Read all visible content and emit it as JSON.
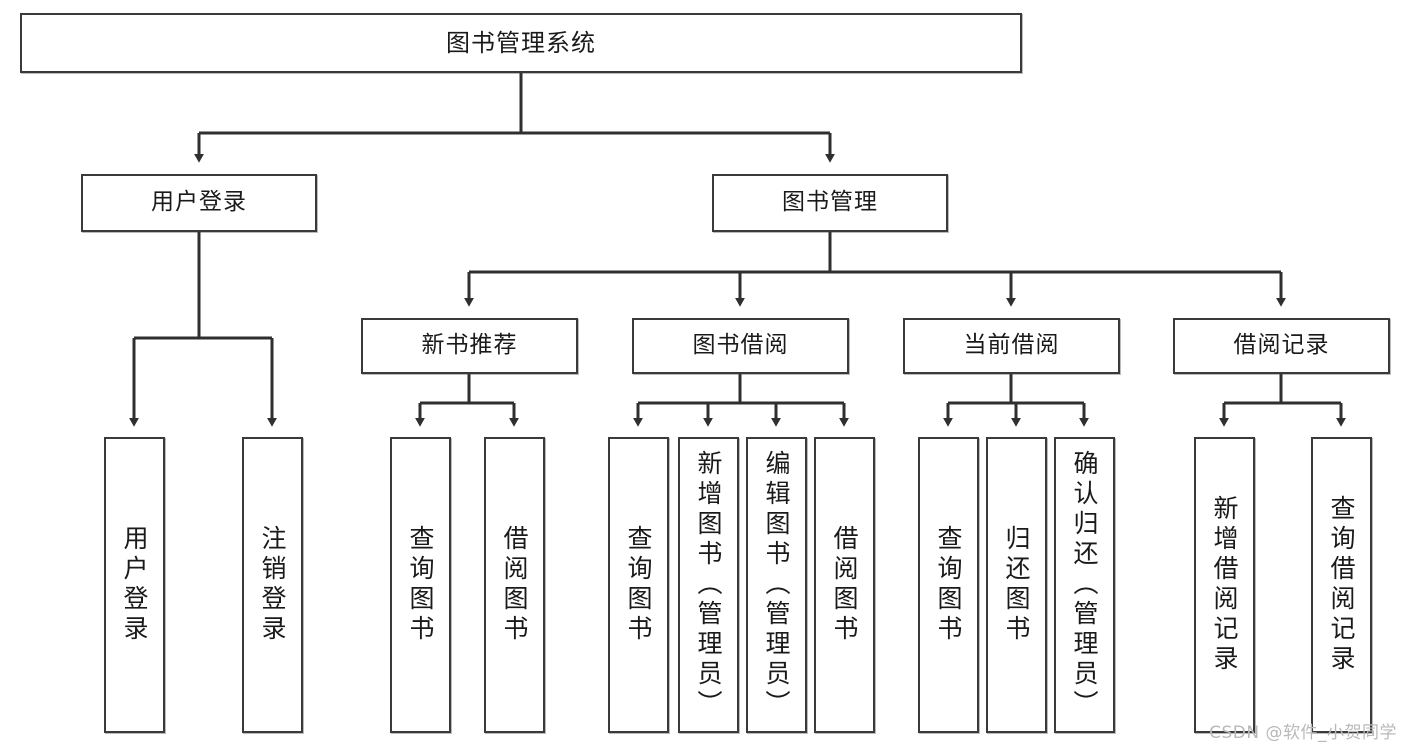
{
  "diagram": {
    "type": "tree-hierarchy-flowchart",
    "title": "图书管理系统",
    "nodes": {
      "root": {
        "label": "图书管理系统"
      },
      "level2": [
        {
          "id": "user-login",
          "label": "用户登录"
        },
        {
          "id": "book-management",
          "label": "图书管理"
        }
      ],
      "level3": [
        {
          "id": "new-book-recommend",
          "label": "新书推荐"
        },
        {
          "id": "book-borrow",
          "label": "图书借阅"
        },
        {
          "id": "current-borrow",
          "label": "当前借阅"
        },
        {
          "id": "borrow-record",
          "label": "借阅记录"
        }
      ],
      "leaves": {
        "user_login": [
          {
            "id": "leaf-user-login",
            "label": "用户登录"
          },
          {
            "id": "leaf-logout-login",
            "label": "注销登录"
          }
        ],
        "new_book_recommend": [
          {
            "id": "leaf-query-book-1",
            "label": "查询图书"
          },
          {
            "id": "leaf-borrow-book-1",
            "label": "借阅图书"
          }
        ],
        "book_borrow": [
          {
            "id": "leaf-query-book-2",
            "label": "查询图书"
          },
          {
            "id": "leaf-add-book",
            "label": "新增图书（管理员）"
          },
          {
            "id": "leaf-edit-book",
            "label": "编辑图书（管理员）"
          },
          {
            "id": "leaf-borrow-book-2",
            "label": "借阅图书"
          }
        ],
        "current_borrow": [
          {
            "id": "leaf-query-book-3",
            "label": "查询图书"
          },
          {
            "id": "leaf-return-book",
            "label": "归还图书"
          },
          {
            "id": "leaf-confirm-return",
            "label": "确认归还（管理员）"
          }
        ],
        "borrow_record": [
          {
            "id": "leaf-add-record",
            "label": "新增借阅记录"
          },
          {
            "id": "leaf-query-record",
            "label": "查询借阅记录"
          }
        ]
      }
    },
    "colors": {
      "border": "#3a3a3a",
      "background": "#ffffff",
      "text": "#1a1a1a",
      "edge": "#2f2f2f",
      "watermark": "#b9b9b9"
    }
  },
  "watermark": {
    "text": "CSDN @软件_小贺同学"
  }
}
